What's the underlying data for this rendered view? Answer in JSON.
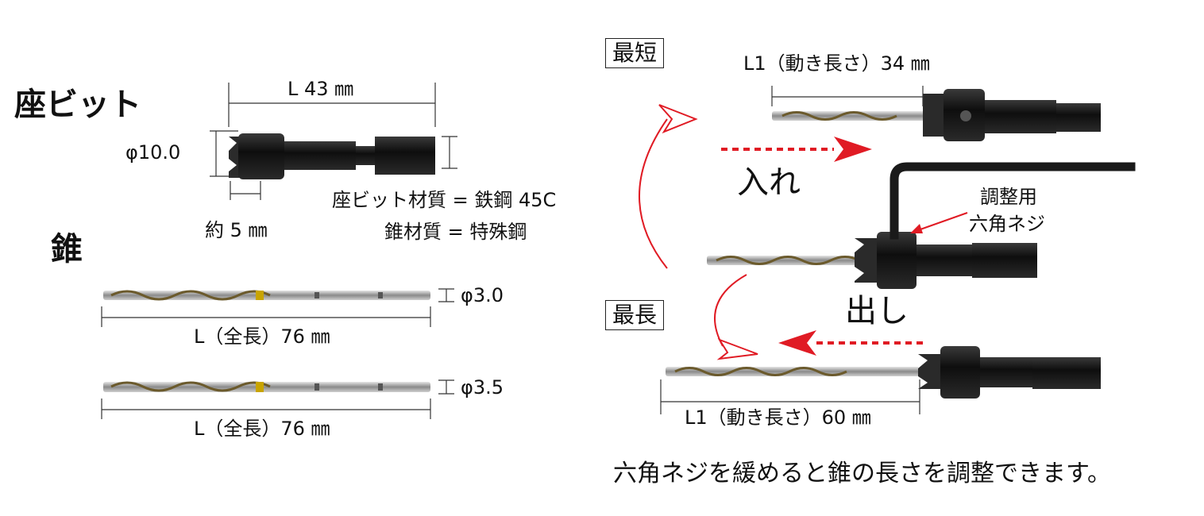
{
  "left": {
    "title_bit": "座ビット",
    "bit_length": "L 43 ㎜",
    "bit_diameter": "φ10.0",
    "bit_depth": "約 5 ㎜",
    "material_bit": "座ビット材質 = 鉄鋼 45C",
    "material_drill": "錐材質 = 特殊鋼",
    "title_drill": "錐",
    "drill1_diameter": "φ3.0",
    "drill1_length": "L（全長）76 ㎜",
    "drill2_diameter": "φ3.5",
    "drill2_length": "L（全長）76 ㎜"
  },
  "right": {
    "shortest_label": "最短",
    "shortest_l1": "L1（動き長さ）34 ㎜",
    "insert_label": "入れ",
    "screw_label_1": "調整用",
    "screw_label_2": "六角ネジ",
    "longest_label": "最長",
    "pull_label": "出し",
    "longest_l1": "L1（動き長さ）60 ㎜",
    "caption": "六角ネジを緩めると錐の長さを調整できます。"
  },
  "colors": {
    "arrow_red": "#e01b24",
    "bit_black": "#151515",
    "drill_metal": "#9a9a9a"
  }
}
